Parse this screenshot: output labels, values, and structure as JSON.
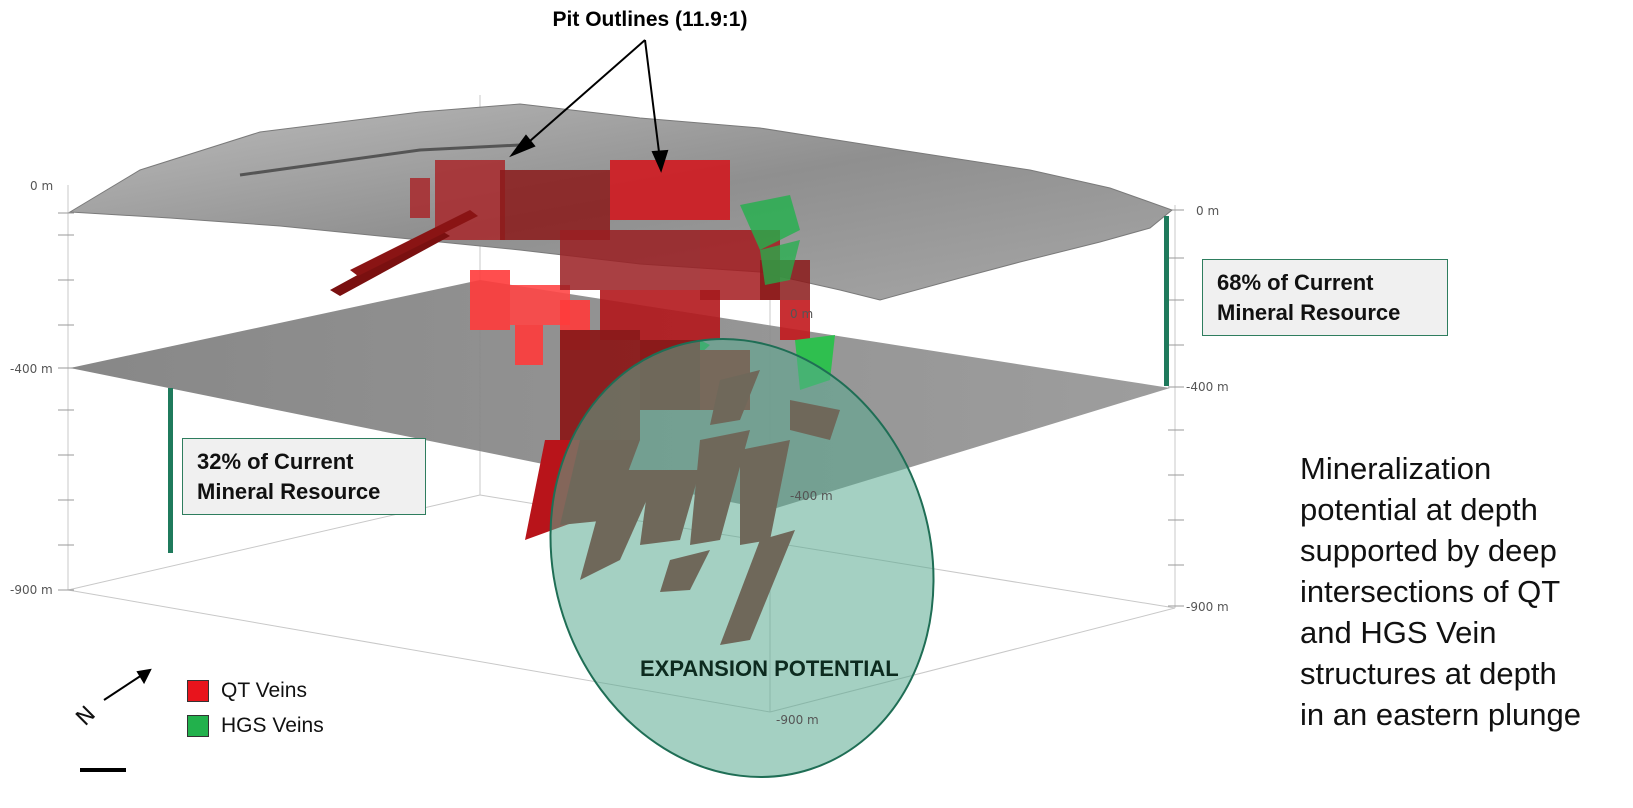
{
  "title": "Pit Outlines (11.9:1)",
  "axes": {
    "left_labels": [
      "0 m",
      "-400 m",
      "-900 m"
    ],
    "right_labels": [
      "0 m",
      "-400 m",
      "-900 m"
    ],
    "inner_labels": [
      "0 m",
      "-400 m",
      "-900 m"
    ]
  },
  "callouts": {
    "upper": {
      "line1": "68% of Current",
      "line2": "Mineral Resource"
    },
    "lower": {
      "line1": "32% of Current",
      "line2": "Mineral Resource"
    }
  },
  "expansion_label": "EXPANSION POTENTIAL",
  "side_note": {
    "lines": [
      "Mineralization",
      "potential at depth",
      "supported by deep",
      "intersections of QT",
      "and HGS Vein",
      "structures at depth",
      "in an eastern plunge"
    ]
  },
  "legend": [
    {
      "label": "QT Veins",
      "color": "#e8141c"
    },
    {
      "label": "HGS Veins",
      "color": "#22b14c"
    }
  ],
  "north_label": "N",
  "colors": {
    "accent_green": "#2e7d5e",
    "ellipse_fill": "#5aa98f",
    "surface": "#9b9b9b",
    "plane": "#7a7a7a",
    "vein_dark": "#8b1a1a",
    "vein_red": "#e8141c",
    "vein_green": "#22b14c"
  }
}
